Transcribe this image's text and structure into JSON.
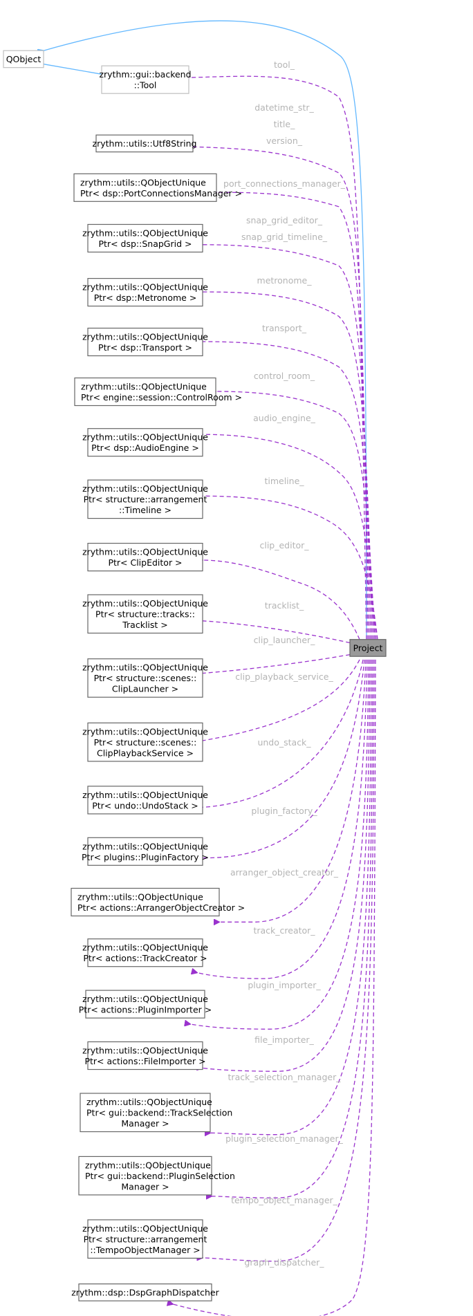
{
  "diagram": {
    "type": "doxygen-collaboration-graph",
    "focus_node": "Project",
    "colors": {
      "usage_edge": "#9a32cd",
      "inheritance_edge": "#63b8ff",
      "focus_fill": "#999999",
      "label_text": "#b4b4b4"
    },
    "nodes": [
      {
        "id": "qobject",
        "lines": [
          "QObject"
        ],
        "style": "light"
      },
      {
        "id": "tool",
        "lines": [
          "zrythm::gui::backend",
          "::Tool"
        ],
        "style": "light"
      },
      {
        "id": "utf8string",
        "lines": [
          "zrythm::utils::Utf8String"
        ],
        "style": "normal"
      },
      {
        "id": "portconnections",
        "lines": [
          "zrythm::utils::QObjectUnique",
          "Ptr< dsp::PortConnectionsManager >"
        ],
        "style": "normal"
      },
      {
        "id": "snapgrid",
        "lines": [
          "zrythm::utils::QObjectUnique",
          "Ptr< dsp::SnapGrid >"
        ],
        "style": "normal"
      },
      {
        "id": "metronome",
        "lines": [
          "zrythm::utils::QObjectUnique",
          "Ptr< dsp::Metronome >"
        ],
        "style": "normal"
      },
      {
        "id": "transport",
        "lines": [
          "zrythm::utils::QObjectUnique",
          "Ptr< dsp::Transport >"
        ],
        "style": "normal"
      },
      {
        "id": "controlroom",
        "lines": [
          "zrythm::utils::QObjectUnique",
          "Ptr< engine::session::ControlRoom >"
        ],
        "style": "normal"
      },
      {
        "id": "audioengine",
        "lines": [
          "zrythm::utils::QObjectUnique",
          "Ptr< dsp::AudioEngine >"
        ],
        "style": "normal"
      },
      {
        "id": "timeline",
        "lines": [
          "zrythm::utils::QObjectUnique",
          "Ptr< structure::arrangement",
          "::Timeline >"
        ],
        "style": "normal"
      },
      {
        "id": "clipeditor",
        "lines": [
          "zrythm::utils::QObjectUnique",
          "Ptr< ClipEditor >"
        ],
        "style": "normal"
      },
      {
        "id": "tracklist",
        "lines": [
          "zrythm::utils::QObjectUnique",
          "Ptr< structure::tracks::",
          "Tracklist >"
        ],
        "style": "normal"
      },
      {
        "id": "cliplauncher",
        "lines": [
          "zrythm::utils::QObjectUnique",
          "Ptr< structure::scenes::",
          "ClipLauncher >"
        ],
        "style": "normal"
      },
      {
        "id": "clipplayback",
        "lines": [
          "zrythm::utils::QObjectUnique",
          "Ptr< structure::scenes::",
          "ClipPlaybackService >"
        ],
        "style": "normal"
      },
      {
        "id": "undostack",
        "lines": [
          "zrythm::utils::QObjectUnique",
          "Ptr< undo::UndoStack >"
        ],
        "style": "normal"
      },
      {
        "id": "pluginfactory",
        "lines": [
          "zrythm::utils::QObjectUnique",
          "Ptr< plugins::PluginFactory >"
        ],
        "style": "normal"
      },
      {
        "id": "arrangercreator",
        "lines": [
          "zrythm::utils::QObjectUnique",
          "Ptr< actions::ArrangerObjectCreator >"
        ],
        "style": "normal"
      },
      {
        "id": "trackcreator",
        "lines": [
          "zrythm::utils::QObjectUnique",
          "Ptr< actions::TrackCreator >"
        ],
        "style": "normal"
      },
      {
        "id": "pluginimporter",
        "lines": [
          "zrythm::utils::QObjectUnique",
          "Ptr< actions::PluginImporter >"
        ],
        "style": "normal"
      },
      {
        "id": "fileimporter",
        "lines": [
          "zrythm::utils::QObjectUnique",
          "Ptr< actions::FileImporter >"
        ],
        "style": "normal"
      },
      {
        "id": "trackselection",
        "lines": [
          "zrythm::utils::QObjectUnique",
          "Ptr< gui::backend::TrackSelection",
          "Manager >"
        ],
        "style": "normal"
      },
      {
        "id": "pluginselection",
        "lines": [
          "zrythm::utils::QObjectUnique",
          "Ptr< gui::backend::PluginSelection",
          "Manager >"
        ],
        "style": "normal"
      },
      {
        "id": "tempoobject",
        "lines": [
          "zrythm::utils::QObjectUnique",
          "Ptr< structure::arrangement",
          "::TempoObjectManager >"
        ],
        "style": "normal"
      },
      {
        "id": "graphdispatcher",
        "lines": [
          "zrythm::dsp::DspGraphDispatcher"
        ],
        "style": "normal"
      },
      {
        "id": "project",
        "lines": [
          "Project"
        ],
        "style": "focus"
      }
    ],
    "edges": [
      {
        "from": "project",
        "to": "qobject",
        "kind": "inheritance",
        "labels": []
      },
      {
        "from": "tool",
        "to": "qobject",
        "kind": "inheritance",
        "labels": []
      },
      {
        "from": "project",
        "to": "tool",
        "kind": "usage",
        "labels": [
          "tool_"
        ]
      },
      {
        "from": "project",
        "to": "utf8string",
        "kind": "usage",
        "labels": [
          "datetime_str_",
          "title_",
          "version_"
        ]
      },
      {
        "from": "project",
        "to": "portconnections",
        "kind": "usage",
        "labels": [
          "port_connections_manager_"
        ]
      },
      {
        "from": "project",
        "to": "snapgrid",
        "kind": "usage",
        "labels": [
          "snap_grid_editor_",
          "snap_grid_timeline_"
        ]
      },
      {
        "from": "project",
        "to": "metronome",
        "kind": "usage",
        "labels": [
          "metronome_"
        ]
      },
      {
        "from": "project",
        "to": "transport",
        "kind": "usage",
        "labels": [
          "transport_"
        ]
      },
      {
        "from": "project",
        "to": "controlroom",
        "kind": "usage",
        "labels": [
          "control_room_"
        ]
      },
      {
        "from": "project",
        "to": "audioengine",
        "kind": "usage",
        "labels": [
          "audio_engine_"
        ]
      },
      {
        "from": "project",
        "to": "timeline",
        "kind": "usage",
        "labels": [
          "timeline_"
        ]
      },
      {
        "from": "project",
        "to": "clipeditor",
        "kind": "usage",
        "labels": [
          "clip_editor_"
        ]
      },
      {
        "from": "project",
        "to": "tracklist",
        "kind": "usage",
        "labels": [
          "tracklist_"
        ]
      },
      {
        "from": "project",
        "to": "cliplauncher",
        "kind": "usage",
        "labels": [
          "clip_launcher_"
        ]
      },
      {
        "from": "project",
        "to": "clipplayback",
        "kind": "usage",
        "labels": [
          "clip_playback_service_"
        ]
      },
      {
        "from": "project",
        "to": "undostack",
        "kind": "usage",
        "labels": [
          "undo_stack_"
        ]
      },
      {
        "from": "project",
        "to": "pluginfactory",
        "kind": "usage",
        "labels": [
          "plugin_factory_"
        ]
      },
      {
        "from": "project",
        "to": "arrangercreator",
        "kind": "usage",
        "labels": [
          "arranger_object_creator_"
        ]
      },
      {
        "from": "project",
        "to": "trackcreator",
        "kind": "usage",
        "labels": [
          "track_creator_"
        ]
      },
      {
        "from": "project",
        "to": "pluginimporter",
        "kind": "usage",
        "labels": [
          "plugin_importer_"
        ]
      },
      {
        "from": "project",
        "to": "fileimporter",
        "kind": "usage",
        "labels": [
          "file_importer_"
        ]
      },
      {
        "from": "project",
        "to": "trackselection",
        "kind": "usage",
        "labels": [
          "track_selection_manager_"
        ]
      },
      {
        "from": "project",
        "to": "pluginselection",
        "kind": "usage",
        "labels": [
          "plugin_selection_manager_"
        ]
      },
      {
        "from": "project",
        "to": "tempoobject",
        "kind": "usage",
        "labels": [
          "tempo_object_manager_"
        ]
      },
      {
        "from": "project",
        "to": "graphdispatcher",
        "kind": "usage",
        "labels": [
          "graph_dispatcher_"
        ]
      }
    ]
  }
}
